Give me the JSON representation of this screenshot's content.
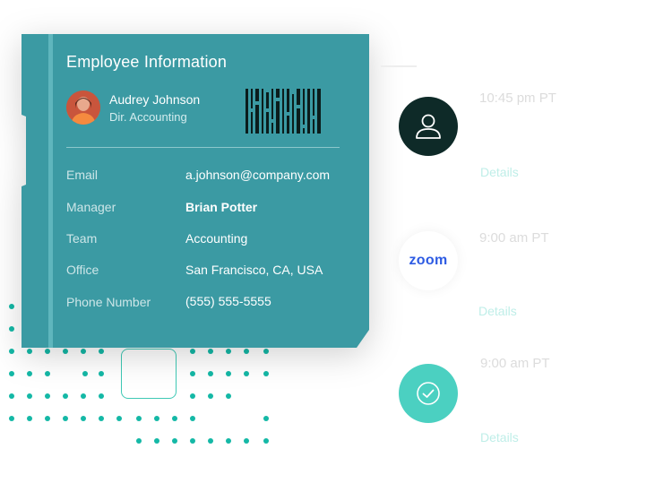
{
  "employee_card": {
    "title": "Employee Information",
    "person": {
      "name": "Audrey Johnson",
      "role": "Dir. Accounting"
    },
    "rows": [
      {
        "label": "Email",
        "value": "a.johnson@company.com"
      },
      {
        "label": "Manager",
        "value": "Brian Potter"
      },
      {
        "label": "Team",
        "value": "Accounting"
      },
      {
        "label": "Office",
        "value": "San Francisco, CA, USA"
      },
      {
        "label": "Phone Number",
        "value": "(555) 555-5555"
      }
    ]
  },
  "timeline": [
    {
      "icon": "user-icon",
      "time": "10:45 pm PT",
      "link": "Details"
    },
    {
      "icon": "zoom-logo",
      "brand_text": "zoom",
      "time": "9:00 am PT",
      "link": "Details"
    },
    {
      "icon": "check-icon",
      "time": "9:00 am PT",
      "link": "Details"
    }
  ],
  "colors": {
    "card": "#3b9aa3",
    "accent_teal": "#4bd0c1",
    "dark_circle": "#0e2a28",
    "zoom_blue": "#2d5be3"
  }
}
